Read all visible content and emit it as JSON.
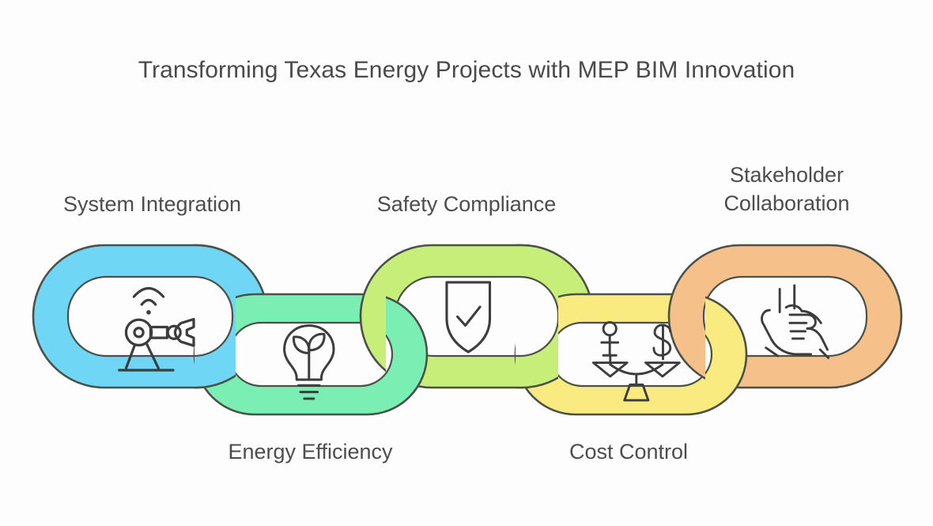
{
  "page": {
    "title": "Transforming Texas Energy Projects with MEP BIM Innovation",
    "background_color": "#fdfdfd",
    "text_color": "#4d4d4d",
    "outline_color": "#4a5248"
  },
  "diagram": {
    "type": "interlocking-chain",
    "link_count": 5,
    "links": [
      {
        "id": "system-integration",
        "label": "System Integration",
        "label_position": "above",
        "row": "upper",
        "color": "#6FD6F5",
        "icon": "robot-arm-icon",
        "order": 1
      },
      {
        "id": "energy-efficiency",
        "label": "Energy Efficiency",
        "label_position": "below",
        "row": "lower",
        "color": "#7BEEB4",
        "icon": "lightbulb-leaf-icon",
        "order": 2
      },
      {
        "id": "safety-compliance",
        "label": "Safety Compliance",
        "label_position": "above",
        "row": "upper",
        "color": "#C6EE79",
        "icon": "shield-check-icon",
        "order": 3
      },
      {
        "id": "cost-control",
        "label": "Cost Control",
        "label_position": "below",
        "row": "lower",
        "color": "#FAEB80",
        "icon": "balance-scale-icon",
        "order": 4
      },
      {
        "id": "stakeholder-collaboration",
        "label": "Stakeholder\nCollaboration",
        "label_position": "above",
        "row": "upper",
        "color": "#F6C08B",
        "icon": "handshake-icon",
        "order": 5
      }
    ]
  }
}
